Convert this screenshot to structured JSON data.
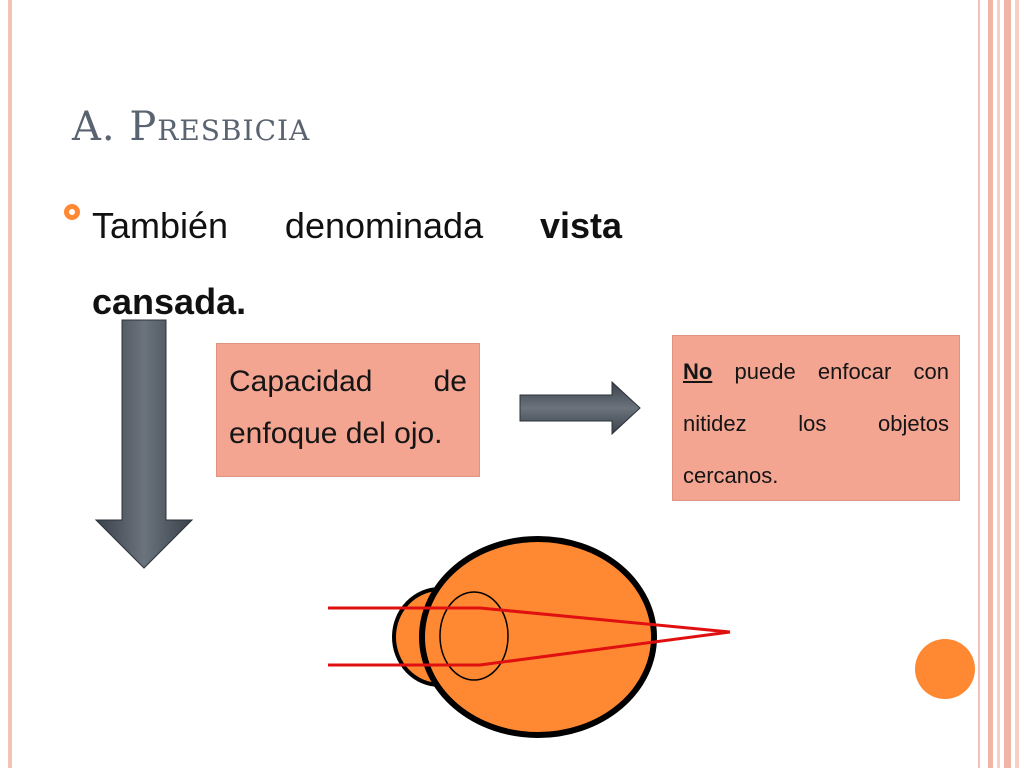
{
  "slide": {
    "title": "A. Presbicia",
    "bullet": {
      "text_prefix": "También denominada ",
      "text_bold": "vista cansada."
    },
    "box_left": {
      "text": "Capacidad de enfoque del ojo."
    },
    "box_right": {
      "emphasis": "No",
      "text": " puede enfocar con nitidez los objetos cercanos."
    }
  },
  "icons": {
    "bullet": "circle-bullet-icon",
    "down_arrow": "down-arrow-icon",
    "right_arrow": "right-arrow-icon",
    "eye_diagram": "eye-diagram",
    "decorative_circle": "decorative-circle"
  },
  "colors": {
    "accent_orange": "#ff8833",
    "box_fill": "#f4a592",
    "title": "#5a6370",
    "frame_stripe": "#f2b4a4",
    "arrow": "#4d5560",
    "ray": "#e01010"
  }
}
